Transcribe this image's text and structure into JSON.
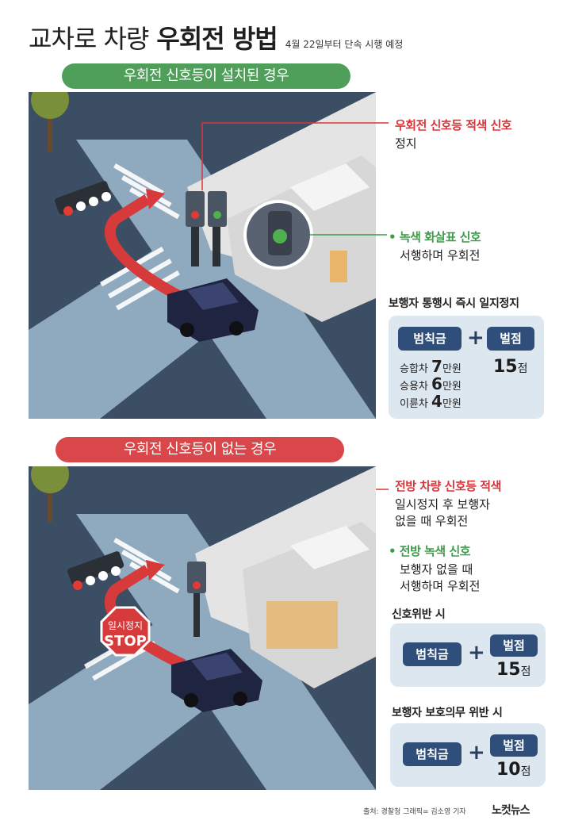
{
  "header": {
    "title_light": "교차로 차량",
    "title_bold": "우회전 방법",
    "subtitle": "4월 22일부터 단속 시행 예정"
  },
  "section1": {
    "pill": "우회전 신호등이 설치된 경우",
    "note_red": {
      "head": "우회전 신호등 적색 신호",
      "body": "정지"
    },
    "note_green": {
      "head": "• 녹색 화살표 신호",
      "body": "서행하며 우회전"
    },
    "penalty_title": "보행자 통행시 즉시 일지정지",
    "fine_tag": "범칙금",
    "points_tag": "벌점",
    "plus": "+",
    "fines": [
      {
        "vehicle": "승합차",
        "amount": "7",
        "unit": "만원"
      },
      {
        "vehicle": "승용차",
        "amount": "6",
        "unit": "만원"
      },
      {
        "vehicle": "이륜차",
        "amount": "4",
        "unit": "만원"
      }
    ],
    "points": {
      "value": "15",
      "unit": "점"
    }
  },
  "section2": {
    "pill": "우회전 신호등이 없는 경우",
    "note_red": {
      "head": "전방 차량 신호등 적색",
      "line1": "일시정지 후 보행자",
      "line2": "없을 때 우회전"
    },
    "note_green": {
      "head": "• 전방 녹색 신호",
      "line1": "보행자 없을 때",
      "line2": "서행하며 우회전"
    },
    "stop_sign": {
      "line1": "일시정지",
      "line2": "STOP"
    },
    "penalty_a": {
      "title": "신호위반 시",
      "fine_tag": "범칙금",
      "points_tag": "벌점",
      "plus": "+",
      "points": {
        "value": "15",
        "unit": "점"
      }
    },
    "penalty_b": {
      "title": "보행자 보호의무 위반 시",
      "fine_tag": "범칙금",
      "points_tag": "벌점",
      "plus": "+",
      "points": {
        "value": "10",
        "unit": "점"
      }
    }
  },
  "footer": {
    "credit": "출처: 경찰청  그래픽= 김소영 기자",
    "logo": "노컷뉴스"
  },
  "colors": {
    "green": "#4f9f5a",
    "red": "#d9474a",
    "navy": "#2f4f7a",
    "panel": "#dde7f0",
    "road": "#8fa9bf",
    "ground": "#3b4e63"
  }
}
